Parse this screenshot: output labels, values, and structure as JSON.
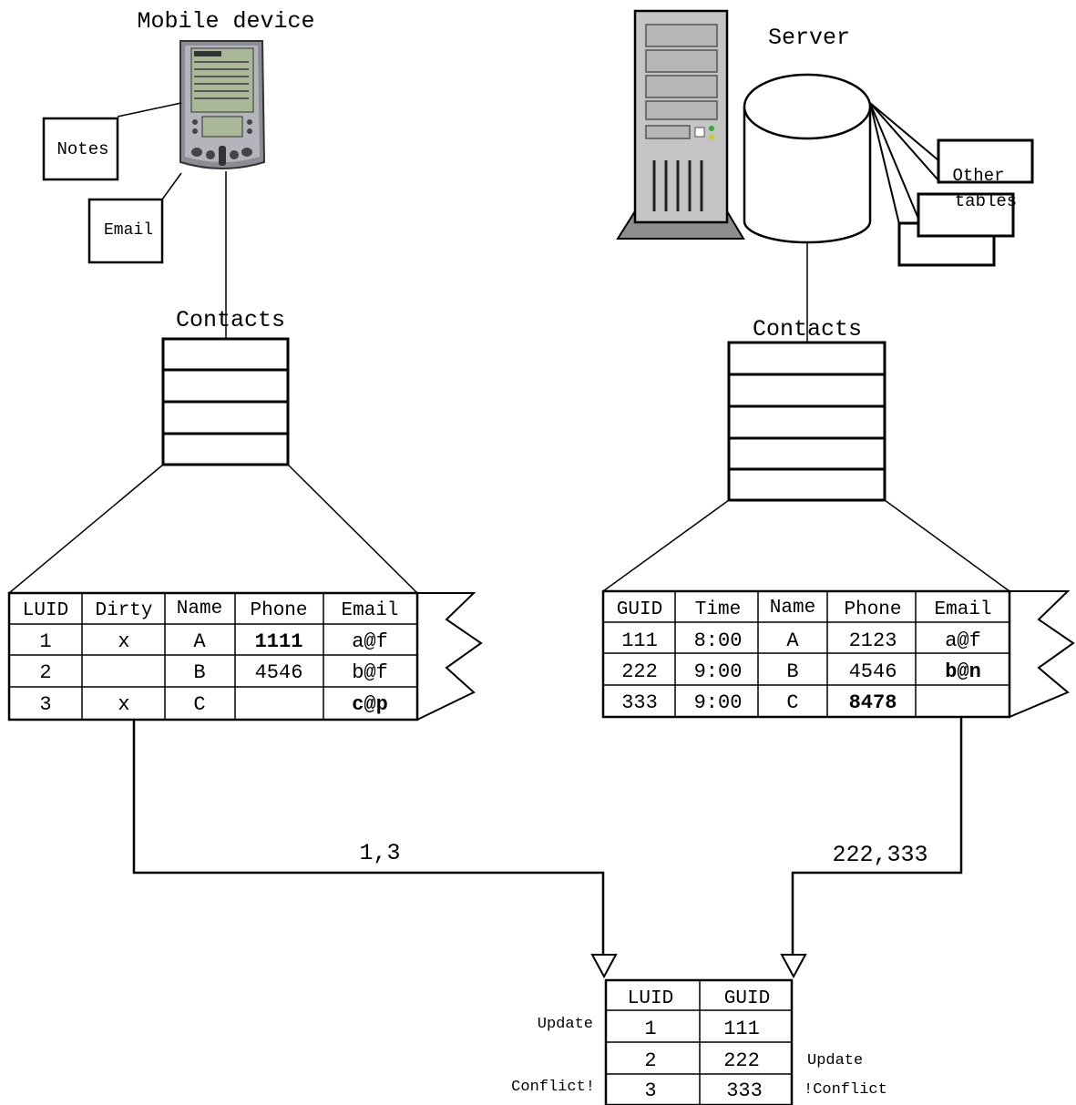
{
  "mobile": {
    "title": "Mobile device",
    "notes": "Notes",
    "email": "Email",
    "contacts_label": "Contacts",
    "table": {
      "headers": [
        "LUID",
        "Dirty",
        "Name",
        "Phone",
        "Email"
      ],
      "rows": [
        [
          "1",
          "x",
          "A",
          "1111",
          "a@f"
        ],
        [
          "2",
          "",
          "B",
          "4546",
          "b@f"
        ],
        [
          "3",
          "x",
          "C",
          "",
          "c@p"
        ]
      ],
      "bold_cells": [
        "0.3",
        "2.4"
      ]
    }
  },
  "server": {
    "title": "Server",
    "other_tables": [
      "Other",
      "tables"
    ],
    "contacts_label": "Contacts",
    "table": {
      "headers": [
        "GUID",
        "Time",
        "Name",
        "Phone",
        "Email"
      ],
      "rows": [
        [
          "111",
          "8:00",
          "A",
          "2123",
          "a@f"
        ],
        [
          "222",
          "9:00",
          "B",
          "4546",
          "b@n"
        ],
        [
          "333",
          "9:00",
          "C",
          "8478",
          ""
        ]
      ],
      "bold_cells": [
        "1.4",
        "2.3"
      ]
    }
  },
  "flows": {
    "left_label": "1,3",
    "right_label": "222,333"
  },
  "mapping": {
    "headers": [
      "LUID",
      "GUID"
    ],
    "rows": [
      [
        "1",
        "111"
      ],
      [
        "2",
        "222"
      ],
      [
        "3",
        "333"
      ]
    ],
    "left_notes": [
      "Update",
      "",
      "Conflict!"
    ],
    "right_notes": [
      "",
      "Update",
      "!Conflict"
    ]
  }
}
